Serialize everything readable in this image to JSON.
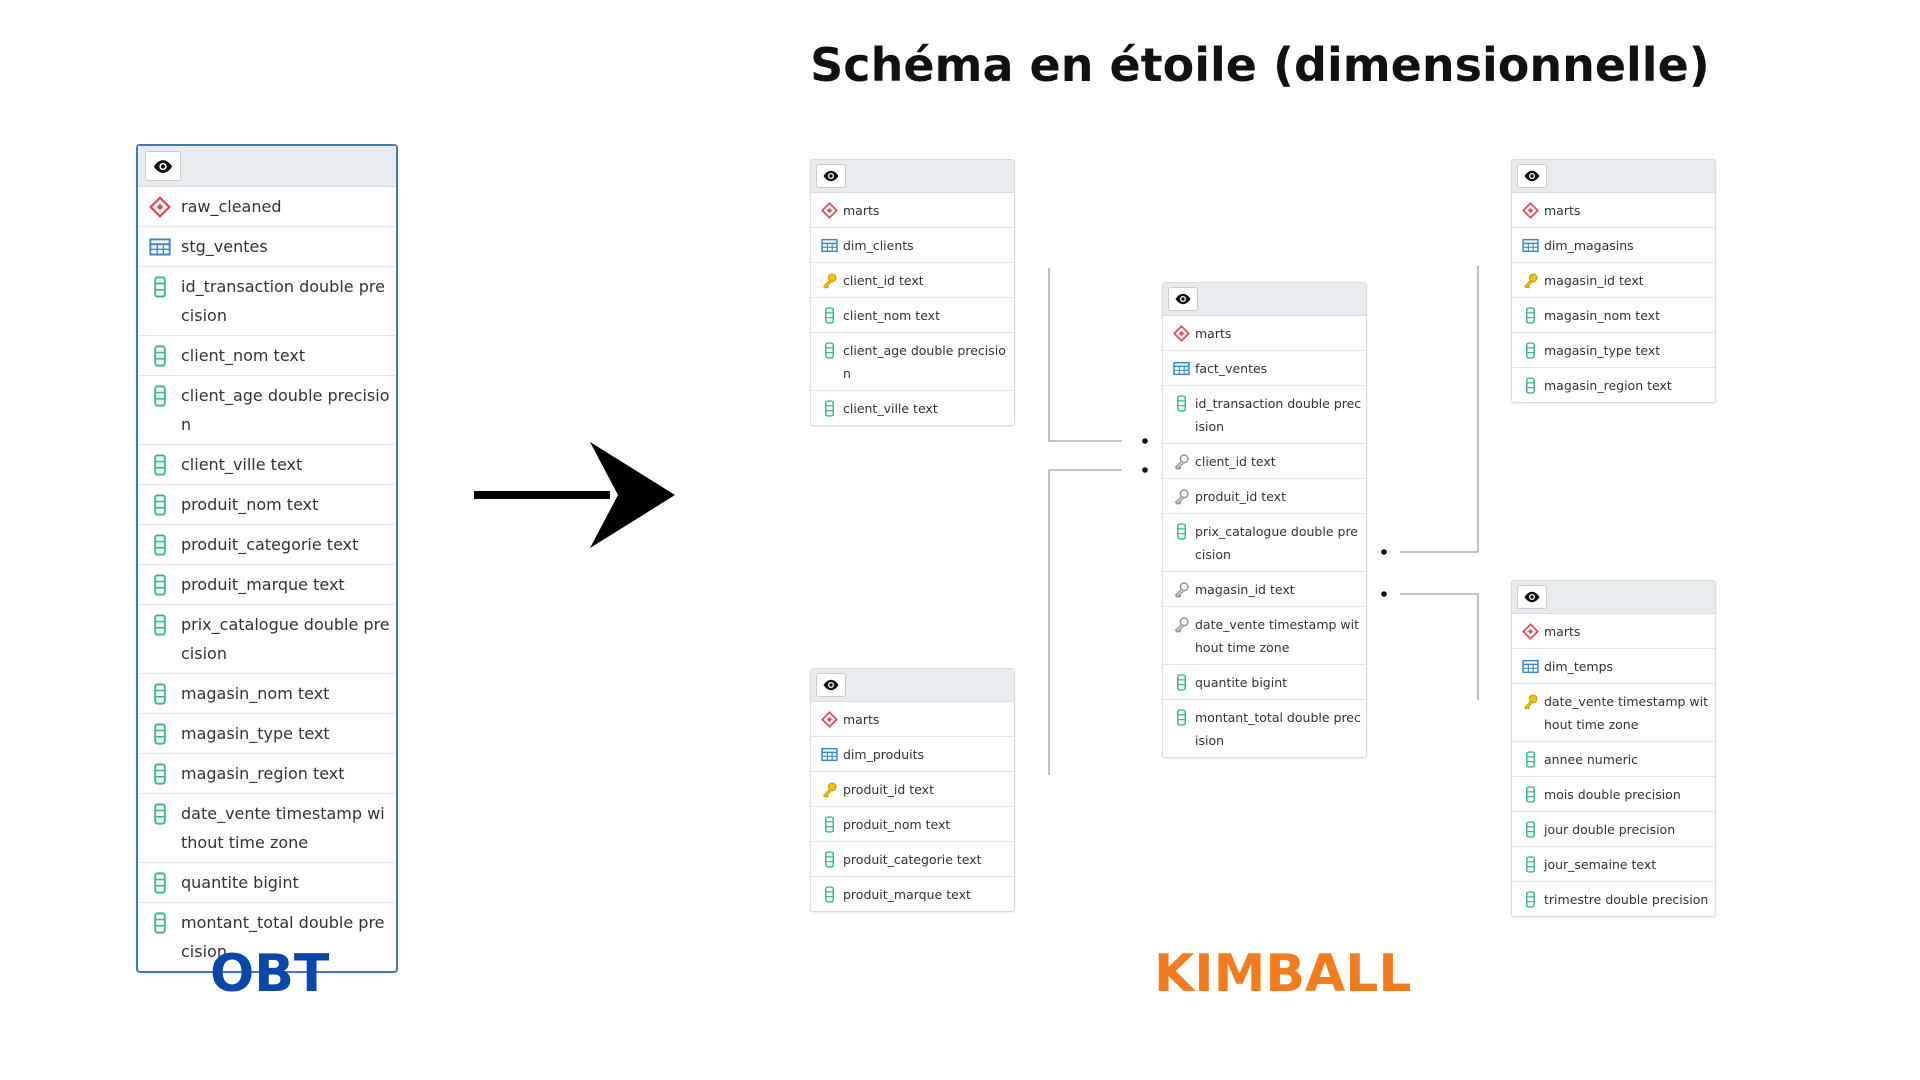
{
  "title": "Schéma en étoile (dimensionnelle)",
  "labels": {
    "obt": "OBT",
    "kimball": "KIMBALL"
  },
  "colors": {
    "obt": "#0b47a8",
    "kimball": "#f47c20",
    "schema_icon": "#e0474c",
    "table_icon": "#3a86c8",
    "column_icon": "#3fb985",
    "key_icon": "#e6b800",
    "fk_icon": "#9aa3ad"
  },
  "obt_table": {
    "schema": "raw_cleaned",
    "table": "stg_ventes",
    "columns": [
      "id_transaction double precision",
      "client_nom text",
      "client_age double precision",
      "client_ville text",
      "produit_nom text",
      "produit_categorie text",
      "produit_marque text",
      "prix_catalogue double precision",
      "magasin_nom text",
      "magasin_type text",
      "magasin_region text",
      "date_vente timestamp without time zone",
      "quantite bigint",
      "montant_total double precision"
    ]
  },
  "dim_clients": {
    "schema": "marts",
    "table": "dim_clients",
    "key": "client_id text",
    "columns": [
      "client_nom text",
      "client_age double precision",
      "client_ville text"
    ]
  },
  "dim_produits": {
    "schema": "marts",
    "table": "dim_produits",
    "key": "produit_id text",
    "columns": [
      "produit_nom text",
      "produit_categorie text",
      "produit_marque text"
    ]
  },
  "fact_ventes": {
    "schema": "marts",
    "table": "fact_ventes",
    "rows": [
      {
        "icon": "column",
        "text": "id_transaction double precision"
      },
      {
        "icon": "fk",
        "text": "client_id text"
      },
      {
        "icon": "fk",
        "text": "produit_id text"
      },
      {
        "icon": "column",
        "text": "prix_catalogue double precision"
      },
      {
        "icon": "fk",
        "text": "magasin_id text"
      },
      {
        "icon": "fk",
        "text": "date_vente timestamp without time zone"
      },
      {
        "icon": "column",
        "text": "quantite bigint"
      },
      {
        "icon": "column",
        "text": "montant_total double precision"
      }
    ]
  },
  "dim_magasins": {
    "schema": "marts",
    "table": "dim_magasins",
    "key": "magasin_id text",
    "columns": [
      "magasin_nom text",
      "magasin_type text",
      "magasin_region text"
    ]
  },
  "dim_temps": {
    "schema": "marts",
    "table": "dim_temps",
    "key": "date_vente timestamp without time zone",
    "columns": [
      "annee numeric",
      "mois double precision",
      "jour double precision",
      "jour_semaine text",
      "trimestre double precision"
    ]
  }
}
